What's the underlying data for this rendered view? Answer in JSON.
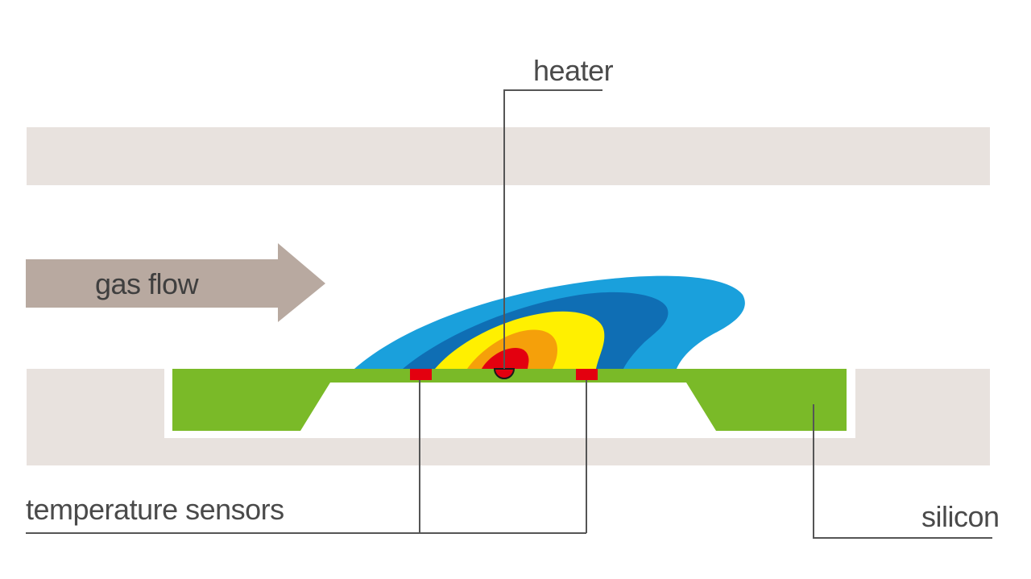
{
  "labels": {
    "heater": "heater",
    "gas_flow": "gas flow",
    "temperature_sensors": "temperature sensors",
    "silicon": "silicon"
  },
  "colors": {
    "channel_wall": "#e8e2de",
    "flow_arrow": "#b8a9a0",
    "silicon": "#7aba28",
    "sensor": "#e3000f",
    "heater": "#e3000f",
    "gradient_outer": "#1aa0dc",
    "gradient_mid_blue": "#0f6eb4",
    "gradient_yellow": "#fff000",
    "gradient_orange": "#f5a00a",
    "gradient_red": "#e3000f",
    "leader_line": "#555555",
    "text": "#4a4a4a"
  }
}
